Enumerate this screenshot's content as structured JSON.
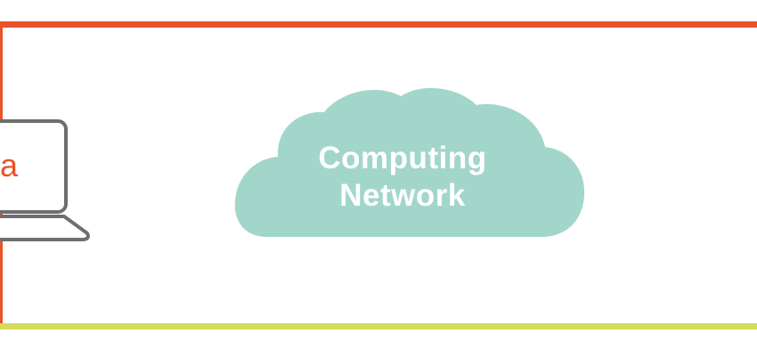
{
  "diagram": {
    "laptop_text": "a",
    "cloud_label_line1": "Computing",
    "cloud_label_line2": "Network"
  },
  "colors": {
    "top_border": "#e8532a",
    "bottom_border": "#d4dc5a",
    "cloud_fill": "#a2d6ca",
    "laptop_stroke": "#6e6e6e",
    "laptop_text": "#e8532a",
    "cloud_text": "#ffffff"
  },
  "icons": {
    "laptop": "laptop-icon",
    "cloud": "cloud-icon"
  }
}
